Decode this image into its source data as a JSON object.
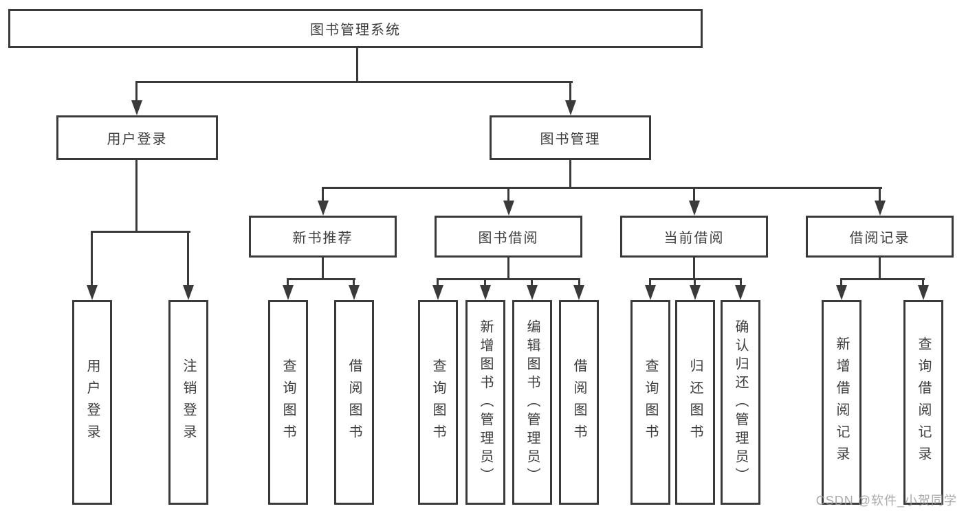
{
  "diagram": {
    "root": "图书管理系统",
    "branches": [
      {
        "label": "用户登录",
        "children": [
          "用户登录",
          "注销登录"
        ]
      },
      {
        "label": "图书管理",
        "children": [
          {
            "label": "新书推荐",
            "children": [
              "查询图书",
              "借阅图书"
            ]
          },
          {
            "label": "图书借阅",
            "children": [
              "查询图书",
              "新增图书（管理员）",
              "编辑图书（管理员）",
              "借阅图书"
            ]
          },
          {
            "label": "当前借阅",
            "children": [
              "查询图书",
              "归还图书",
              "确认归还（管理员）"
            ]
          },
          {
            "label": "借阅记录",
            "children": [
              "新增借阅记录",
              "查询借阅记录"
            ]
          }
        ]
      }
    ]
  },
  "watermark": "CSDN @软件_小贺同学",
  "colors": {
    "line": "#3a3a3a",
    "text": "#3d3d3d",
    "background": "#ffffff",
    "watermark": "#9b9b9b"
  }
}
